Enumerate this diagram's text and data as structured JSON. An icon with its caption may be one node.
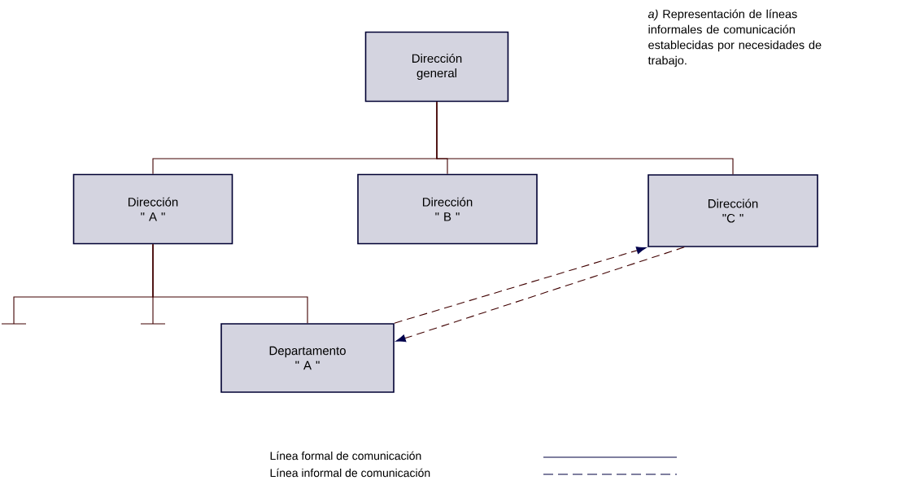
{
  "diagram": {
    "nodes": [
      {
        "text": [
          "Dirección general"
        ]
      },
      {
        "text": [
          "Dirección \" A \""
        ]
      },
      {
        "text": [
          "Dirección \" B \""
        ]
      },
      {
        "text": [
          "Dirección \"C \""
        ]
      },
      {
        "text": [
          "Departamento \" A \""
        ]
      }
    ],
    "edges": [
      {
        "from": 0,
        "to": 1,
        "arrow": "none"
      },
      {
        "from": 0,
        "to": 2,
        "arrow": "none"
      },
      {
        "from": 0,
        "to": 3,
        "arrow": "none"
      },
      {
        "from": 1,
        "to": 4,
        "arrow": "none"
      },
      {
        "from": 1,
        "to": null,
        "arrow": "none"
      },
      {
        "from": 1,
        "to": null,
        "arrow": "none"
      },
      {
        "from": 3,
        "to": 4,
        "arrow": "to",
        "style": "dashed"
      },
      {
        "from": 4,
        "to": 3,
        "arrow": "to",
        "style": "dashed"
      }
    ],
    "labels": [
      "*a)* Representación de líneas informales de comunicación establecidas por necesidades de trabajo."
    ],
    "legend": [
      {
        "text": "Línea formal de comunicación"
      },
      {
        "text": "Línea informal de comunicación"
      }
    ]
  }
}
